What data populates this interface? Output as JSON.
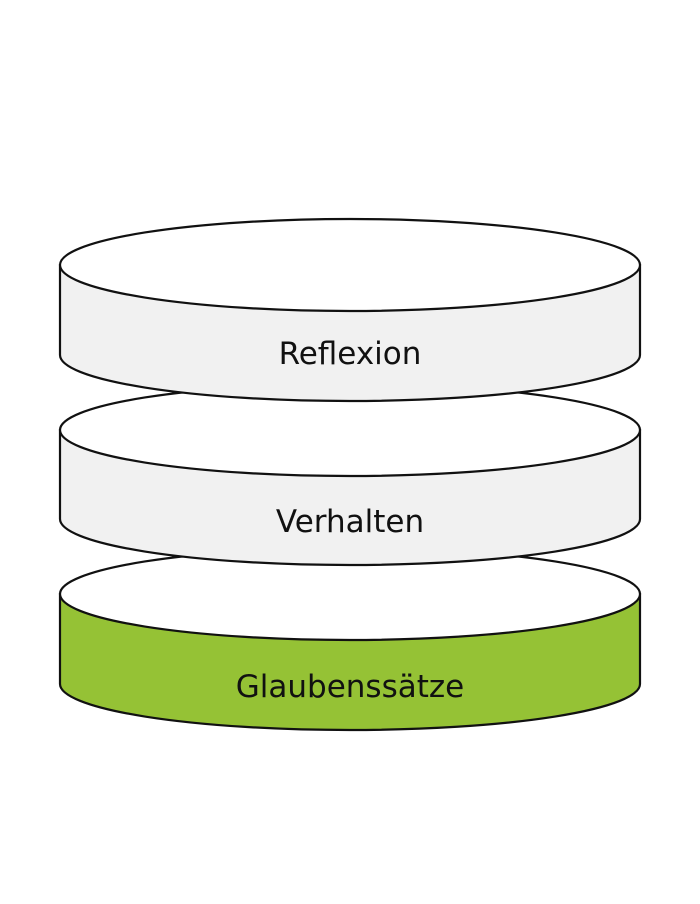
{
  "diagram": {
    "layers": [
      {
        "label": "Reflexion",
        "side_color": "#f1f1f1",
        "top_color": "#ffffff"
      },
      {
        "label": "Verhalten",
        "side_color": "#f1f1f1",
        "top_color": "#ffffff"
      },
      {
        "label": "Glaubenssätze",
        "side_color": "#95c235",
        "top_color": "#ffffff"
      }
    ],
    "outline_color": "#111111"
  }
}
